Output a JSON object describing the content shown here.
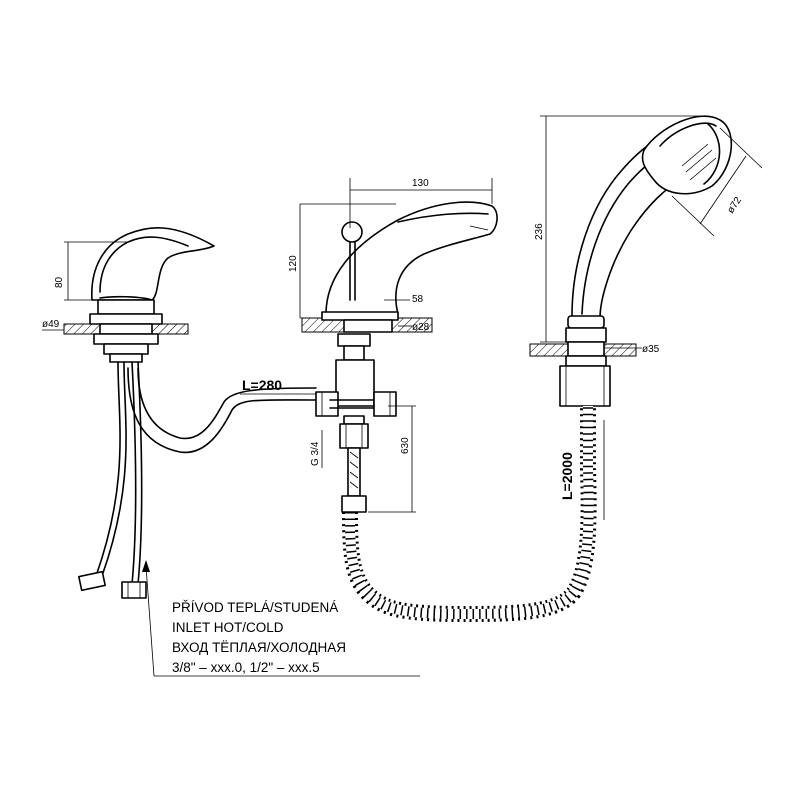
{
  "colors": {
    "line": "#000000",
    "background": "#ffffff"
  },
  "dimensions": {
    "lever_height": "80",
    "lever_diameter": "ø49",
    "spout_width": "130",
    "spout_height": "120",
    "spout_reach": "58",
    "spout_diameter": "ø28",
    "hose_length_left": "L=280",
    "thread": "G 3/4",
    "vertical_630": "630",
    "shower_height": "236",
    "shower_head_diameter": "ø72",
    "shower_base_diameter": "ø35",
    "hose_length_right": "L=2000"
  },
  "note": {
    "line1": "PŘÍVOD TEPLÁ/STUDENÁ",
    "line2": "INLET HOT/COLD",
    "line3": "ВХОД ТЁПЛАЯ/ХОЛОДНАЯ",
    "line4": "3/8\" – xxx.0, 1/2\" – xxx.5"
  }
}
